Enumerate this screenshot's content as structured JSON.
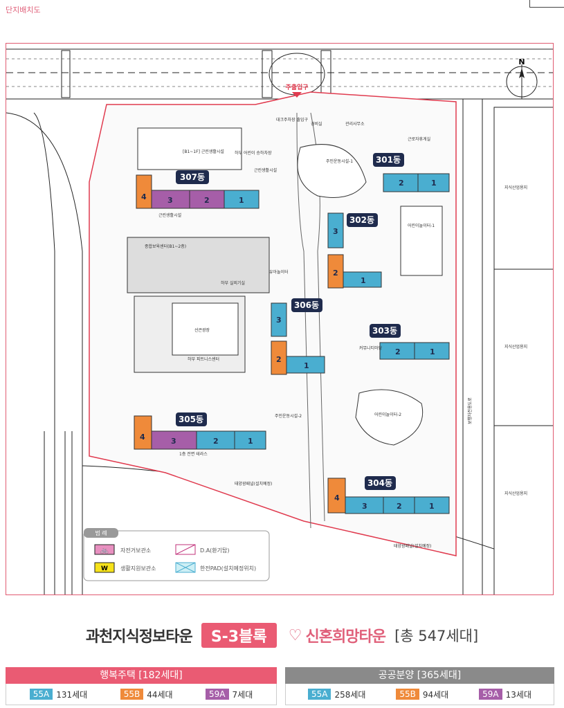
{
  "corner_label": "단지배치도",
  "entrance": "주출입구",
  "north": "N",
  "buildings": [
    {
      "name": "307동",
      "units": [
        "4",
        "3",
        "2",
        "1"
      ]
    },
    {
      "name": "301동",
      "units": [
        "2",
        "1"
      ]
    },
    {
      "name": "302동",
      "units": [
        "3",
        "2",
        "1"
      ]
    },
    {
      "name": "306동",
      "units": [
        "3",
        "2",
        "1"
      ]
    },
    {
      "name": "303동",
      "units": [
        "2",
        "1"
      ]
    },
    {
      "name": "305동",
      "units": [
        "4",
        "3",
        "2",
        "1"
      ]
    },
    {
      "name": "304동",
      "units": [
        "4",
        "3",
        "2",
        "1"
      ]
    }
  ],
  "facilities": {
    "f1": "[B1~1F] 근린생활시설",
    "f2": "근린생활시설",
    "f3": "하부 어린이 승하차장",
    "f4": "대크주차장 출입구",
    "f5": "경비실",
    "f6": "관리사무소",
    "f7": "근로자휴게실",
    "f8": "주민운동시설-1",
    "f9": "종합보육센터(B1~2층)",
    "f10": "하부 실외기실",
    "f11": "유아놀이터",
    "f12": "어린이놀이터-1",
    "f13": "선큰광장",
    "f14": "하부 피트니스센터",
    "f15": "커뮤니티마당",
    "f16": "주민운동시설-2",
    "f17": "어린이놀이터-2",
    "f18": "1층 전면 테라스",
    "f19": "태양광패널(설치예정)",
    "f20": "지식산업용지",
    "f21": "보행자전용도로",
    "f22": "근린생활시설"
  },
  "legend": {
    "title": "범 례",
    "items": [
      "자전거보관소",
      "생활지원보관소",
      "D.A(환기탑)",
      "한전PAD(설치예정위치)"
    ],
    "w_mark": "W"
  },
  "title": {
    "main": "과천지식정보타운",
    "block": "S-3블록",
    "brand": "신혼희망타운",
    "total": "[총 547세대]"
  },
  "rental": {
    "head": "행복주택 [182세대]",
    "items": [
      {
        "type": "55A",
        "count": "131세대"
      },
      {
        "type": "55B",
        "count": "44세대"
      },
      {
        "type": "59A",
        "count": "7세대"
      }
    ]
  },
  "sale": {
    "head": "공공분양 [365세대]",
    "items": [
      {
        "type": "55A",
        "count": "258세대"
      },
      {
        "type": "55B",
        "count": "94세대"
      },
      {
        "type": "59A",
        "count": "13세대"
      }
    ]
  },
  "colors": {
    "55A": "#4aaed0",
    "55B": "#ef8a3a",
    "59A": "#a65ea8",
    "rental_head": "#ea5b73",
    "sale_head": "#8a8a8a",
    "boundary": "#e03a4e"
  }
}
